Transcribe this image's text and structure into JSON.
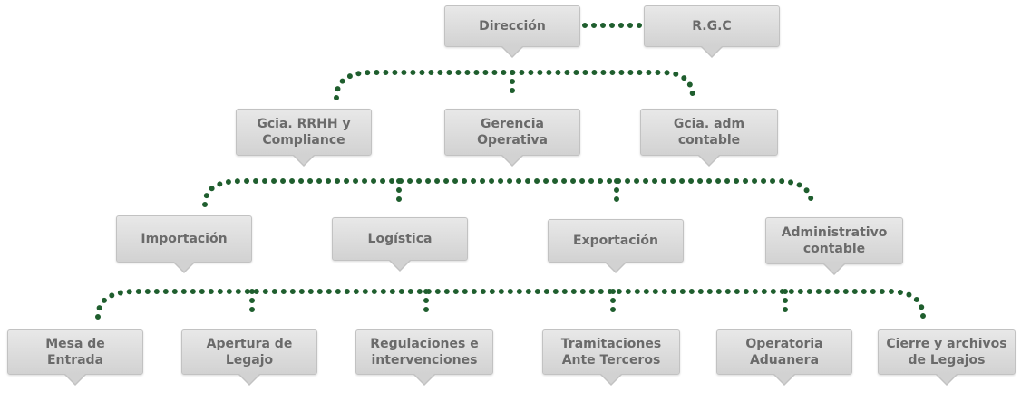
{
  "colors": {
    "connector": "#1f5e2e",
    "box_fill": "#d9d9d9",
    "box_text": "#6a6a6a"
  },
  "level0": {
    "direccion": "Dirección",
    "rgc": "R.G.C"
  },
  "level1": {
    "rrhh": "Gcia. RRHH y\nCompliance",
    "operativa": "Gerencia\nOperativa",
    "adm": "Gcia. adm\ncontable"
  },
  "level2": {
    "importacion": "Importación",
    "logistica": "Logística",
    "exportacion": "Exportación",
    "administrativo": "Administrativo\ncontable"
  },
  "level3": {
    "mesa": "Mesa de\nEntrada",
    "apertura": "Apertura de\nLegajo",
    "regulaciones": "Regulaciones e\nintervenciones",
    "tramitaciones": "Tramitaciones\nAnte Terceros",
    "operatoria": "Operatoria\nAduanera",
    "cierre": "Cierre y archivos\nde Legajos"
  }
}
